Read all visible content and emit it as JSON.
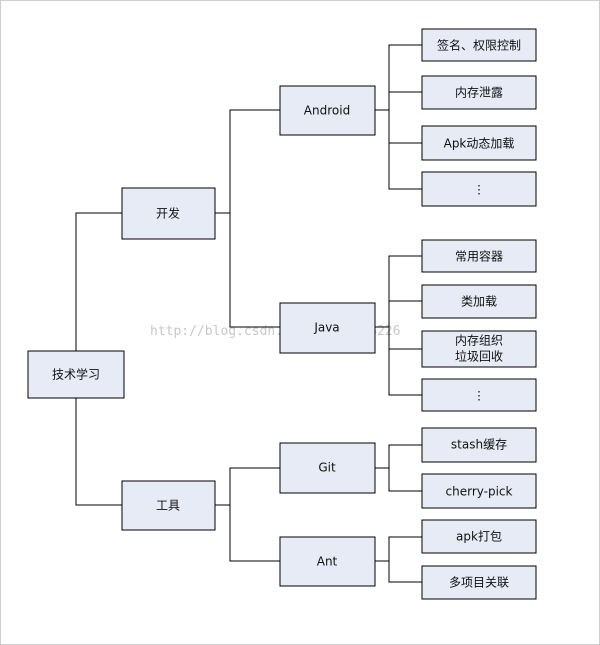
{
  "watermark": "http://blog.csdn.net/w7509516226",
  "diagram": {
    "root": "技术学习",
    "dev": "开发",
    "tools": "工具",
    "android": "Android",
    "java": "Java",
    "git": "Git",
    "ant": "Ant",
    "android_items": [
      "签名、权限控制",
      "内存泄露",
      "Apk动态加载",
      "⋮"
    ],
    "java_items": [
      "常用容器",
      "类加载",
      "内存组织",
      "垃圾回收",
      "⋮"
    ],
    "git_items": [
      "stash缓存",
      "cherry-pick"
    ],
    "ant_items": [
      "apk打包",
      "多项目关联"
    ]
  }
}
